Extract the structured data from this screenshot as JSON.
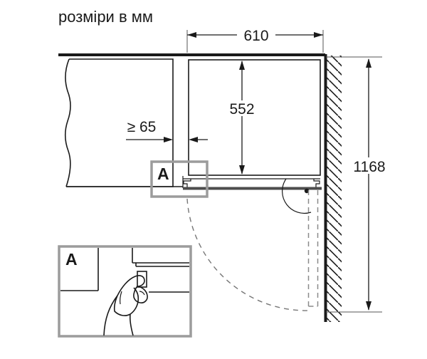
{
  "title": "розміри в мм",
  "dimensions": {
    "niche_width": "610",
    "niche_height": "552",
    "side_clearance": "≥ 65",
    "total_height": "1168"
  },
  "labels": {
    "detail_callout": "A",
    "detail_inset": "A"
  },
  "colors": {
    "line": "#1a1a1a",
    "gray": "#9c9c9c",
    "dash": "#8a8a8a",
    "door": "#4d4d4d"
  }
}
